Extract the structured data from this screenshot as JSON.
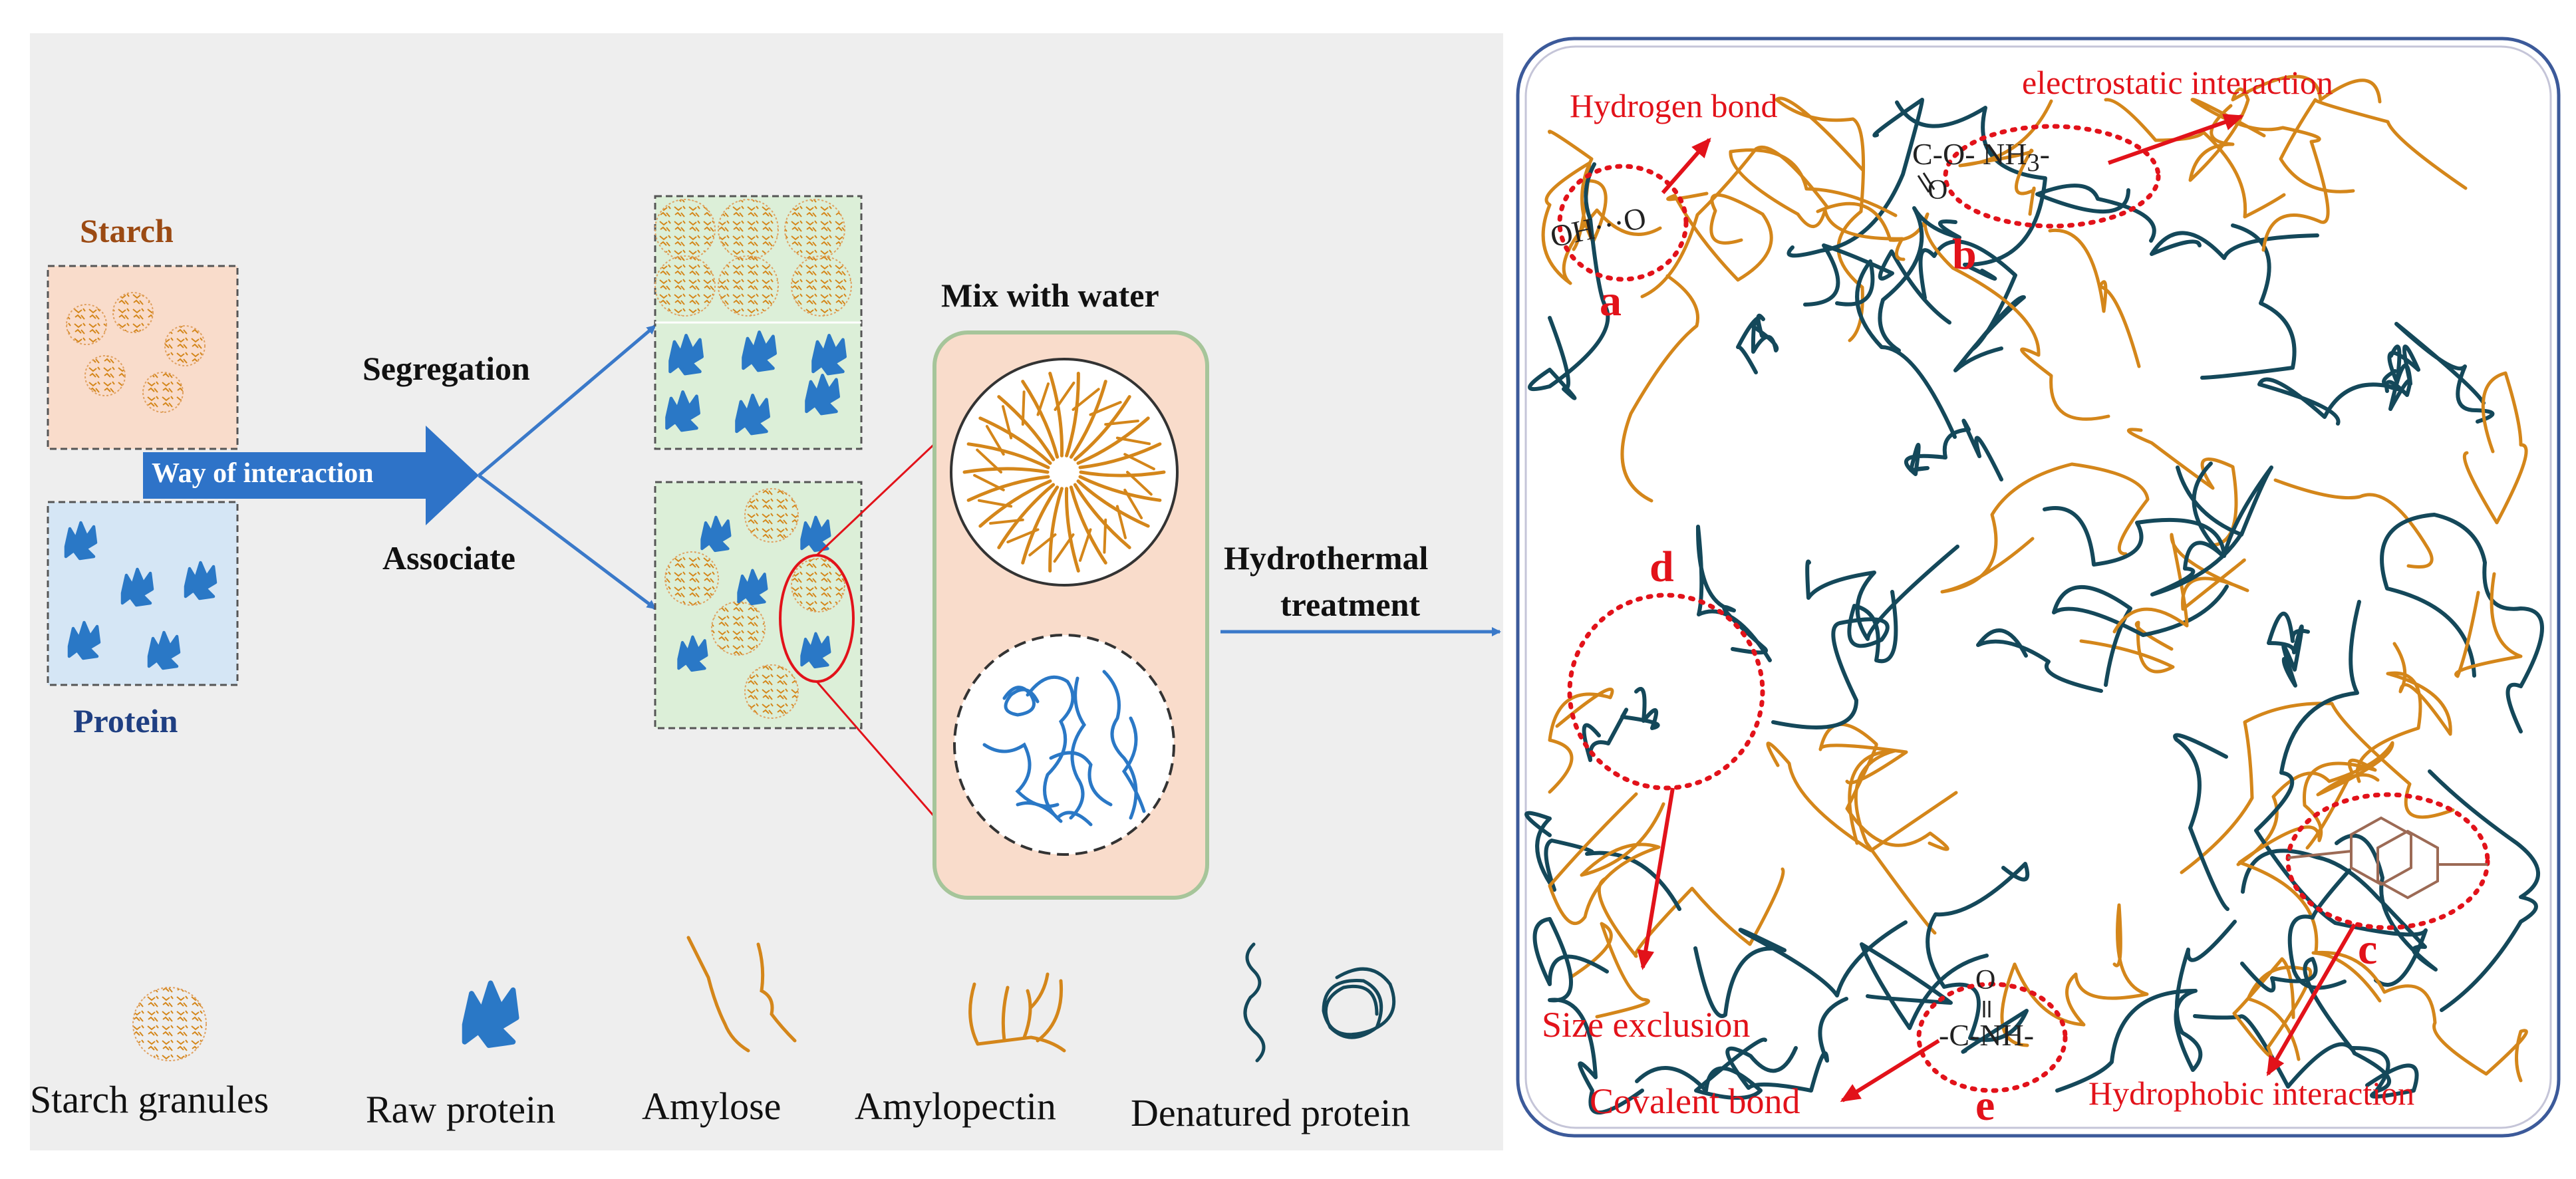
{
  "left": {
    "starch_label": "Starch",
    "protein_label": "Protein",
    "way_label": "Way of interaction",
    "segregation_label": "Segregation",
    "associate_label": "Associate",
    "mix_label": "Mix with water",
    "hydro_label_1": "Hydrothermal",
    "hydro_label_2": "treatment"
  },
  "legend": {
    "starch_granules": "Starch granules",
    "raw_protein": "Raw protein",
    "amylose": "Amylose",
    "amylopectin": "Amylopectin",
    "denatured_protein": "Denatured protein"
  },
  "right": {
    "hydrogen_bond": "Hydrogen bond",
    "electrostatic": "electrostatic interaction",
    "size_exclusion": "Size exclusion",
    "covalent_bond": "Covalent bond",
    "hydrophobic": "Hydrophobic interaction",
    "letter_a": "a",
    "letter_b": "b",
    "letter_c": "c",
    "letter_d": "d",
    "letter_e": "e",
    "formula_a": "OH···O",
    "formula_b1": "C-O- NH",
    "formula_b_sub": "3",
    "formula_b_tail": "-",
    "formula_b2": "O",
    "formula_e1": "O",
    "formula_e2": "-C-NH-"
  },
  "colors": {
    "amylose": "#d4861a",
    "protein_raw": "#2a78c6",
    "protein_denatured": "#14485a",
    "starch_title": "#9b4a13",
    "protein_title": "#1f3f82",
    "arrow_blue": "#3a79c9",
    "red": "#e2121a"
  }
}
